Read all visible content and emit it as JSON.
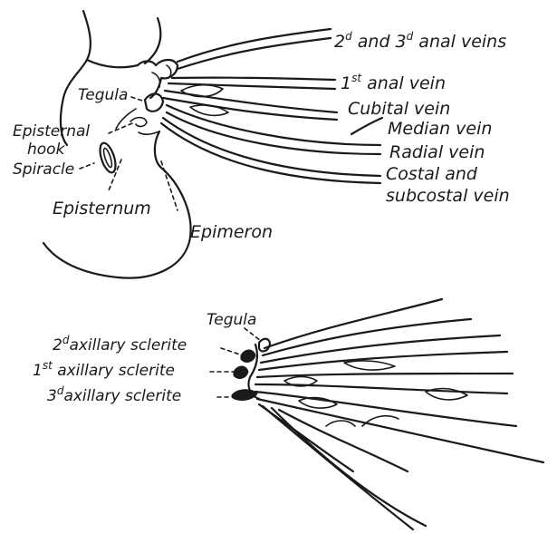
{
  "upper_figure": {
    "labels": {
      "anal_2_3": {
        "ord1": "2",
        "sup1": "d",
        "mid": " and 3",
        "sup2": "d",
        "rest": " anal veins"
      },
      "anal_1": {
        "ord": "1",
        "sup": "st",
        "rest": " anal vein"
      },
      "cubital": "Cubital vein",
      "median": "Median vein",
      "radial": "Radial vein",
      "costal_line1": "Costal and",
      "costal_line2": "subcostal vein",
      "tegula": "Tegula",
      "episternal_line1": "Episternal",
      "episternal_line2": "hook",
      "spiracle": "Spiracle",
      "episternum": "Episternum",
      "epimeron": "Epimeron"
    }
  },
  "lower_figure": {
    "labels": {
      "tegula": "Tegula",
      "axillary_2": {
        "ord": "2",
        "sup": "d",
        "rest": "axillary sclerite"
      },
      "axillary_1": {
        "ord": "1",
        "sup": "st",
        "rest": " axillary sclerite"
      },
      "axillary_3": {
        "ord": "3",
        "sup": "d",
        "rest": "axillary sclerite"
      }
    }
  }
}
